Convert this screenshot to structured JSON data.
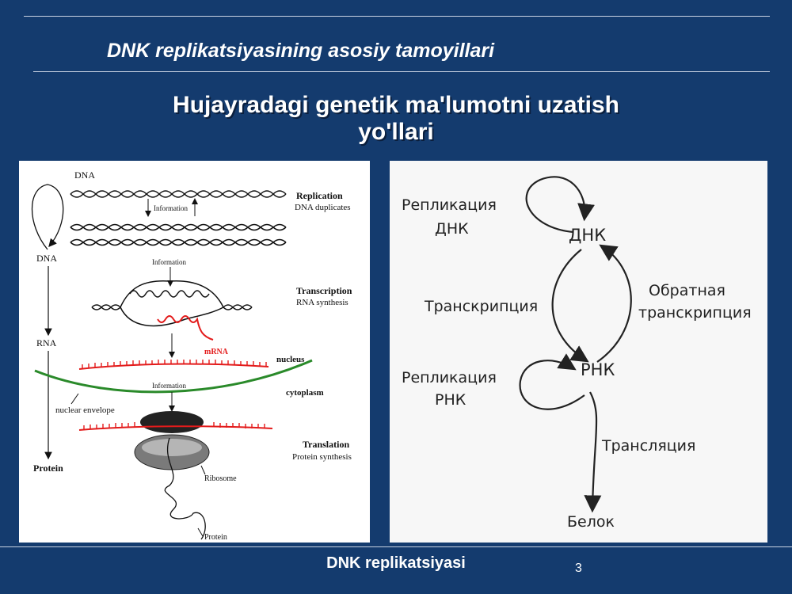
{
  "header": {
    "subtitle": "DNK replikatsiyasining asosiy tamoyillari",
    "title_line1": "Hujayradagi genetik ma'lumotni uzatish",
    "title_line2": "yo'llari"
  },
  "left_diagram": {
    "dna_top": "DNA",
    "information_1": "Information",
    "information_2": "Information",
    "information_3": "Information",
    "side_dna": "DNA",
    "side_rna": "RNA",
    "side_protein": "Protein",
    "replication_title": "Replication",
    "replication_sub": "DNA duplicates",
    "transcription_title": "Transcription",
    "transcription_sub": "RNA synthesis",
    "mrna": "mRNA",
    "nucleus": "nucleus",
    "cytoplasm": "cytoplasm",
    "nuclear_envelope": "nuclear envelope",
    "translation_title": "Translation",
    "translation_sub": "Protein synthesis",
    "ribosome": "Ribosome",
    "protein_bottom": "Protein",
    "colors": {
      "rna": "#e31b1b",
      "envelope": "#2a8a2a"
    }
  },
  "right_diagram": {
    "replication_dna_1": "Репликация",
    "replication_dna_2": "ДНК",
    "dna": "ДНК",
    "transcription": "Транскрипция",
    "reverse_1": "Обратная",
    "reverse_2": "транскрипция",
    "replication_rna_1": "Репликация",
    "replication_rna_2": "РНК",
    "rna": "РНК",
    "translation": "Трансляция",
    "protein": "Белок"
  },
  "footer": {
    "title": "DNK replikatsiyasi",
    "page_number": "3"
  }
}
